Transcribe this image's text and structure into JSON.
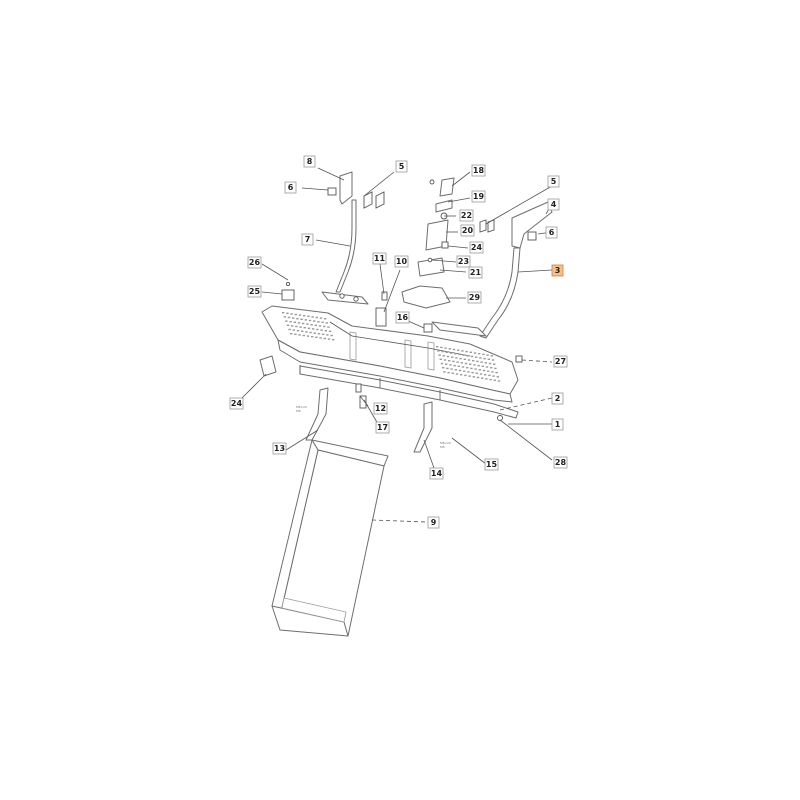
{
  "colors": {
    "line": "#6e6e6e",
    "highlight_fill": "#f7c08a",
    "highlight_stroke": "#c9833f"
  },
  "callouts": [
    {
      "id": "c1",
      "label": "1",
      "highlight": false
    },
    {
      "id": "c2",
      "label": "2",
      "highlight": false
    },
    {
      "id": "c3",
      "label": "3",
      "highlight": true
    },
    {
      "id": "c4",
      "label": "4",
      "highlight": false
    },
    {
      "id": "c5a",
      "label": "5",
      "highlight": false
    },
    {
      "id": "c5b",
      "label": "5",
      "highlight": false
    },
    {
      "id": "c6a",
      "label": "6",
      "highlight": false
    },
    {
      "id": "c6b",
      "label": "6",
      "highlight": false
    },
    {
      "id": "c7",
      "label": "7",
      "highlight": false
    },
    {
      "id": "c8",
      "label": "8",
      "highlight": false
    },
    {
      "id": "c9",
      "label": "9",
      "highlight": false
    },
    {
      "id": "c10",
      "label": "10",
      "highlight": false
    },
    {
      "id": "c11",
      "label": "11",
      "highlight": false
    },
    {
      "id": "c12",
      "label": "12",
      "highlight": false
    },
    {
      "id": "c13",
      "label": "13",
      "highlight": false
    },
    {
      "id": "c14",
      "label": "14",
      "highlight": false
    },
    {
      "id": "c15",
      "label": "15",
      "highlight": false
    },
    {
      "id": "c16",
      "label": "16",
      "highlight": false
    },
    {
      "id": "c17",
      "label": "17",
      "highlight": false
    },
    {
      "id": "c18",
      "label": "18",
      "highlight": false
    },
    {
      "id": "c19",
      "label": "19",
      "highlight": false
    },
    {
      "id": "c20",
      "label": "20",
      "highlight": false
    },
    {
      "id": "c21",
      "label": "21",
      "highlight": false
    },
    {
      "id": "c22",
      "label": "22",
      "highlight": false
    },
    {
      "id": "c23",
      "label": "23",
      "highlight": false
    },
    {
      "id": "c24a",
      "label": "24",
      "highlight": false
    },
    {
      "id": "c24b",
      "label": "24",
      "highlight": false
    },
    {
      "id": "c25",
      "label": "25",
      "highlight": false
    },
    {
      "id": "c26",
      "label": "26",
      "highlight": false
    },
    {
      "id": "c27",
      "label": "27",
      "highlight": false
    },
    {
      "id": "c28",
      "label": "28",
      "highlight": false
    },
    {
      "id": "c29",
      "label": "29",
      "highlight": false
    }
  ]
}
